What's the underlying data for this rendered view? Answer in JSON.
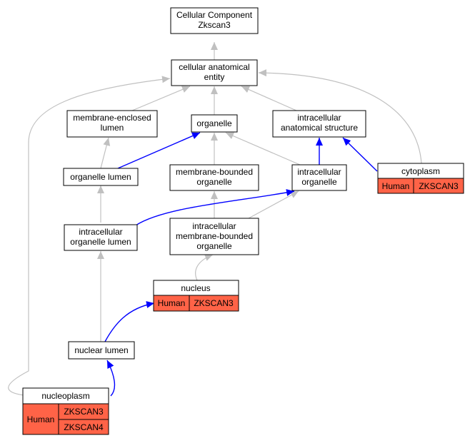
{
  "colors": {
    "is_a_edge": "#c0c0c0",
    "part_of_edge": "#0000ff",
    "annotation_fill": "#ff6347",
    "node_fill": "#ffffff",
    "node_border": "#000000"
  },
  "nodes": {
    "root": [
      "Cellular Component",
      "Zkscan3"
    ],
    "cae": [
      "cellular anatomical",
      "entity"
    ],
    "mel": [
      "membrane-enclosed",
      "lumen"
    ],
    "org": [
      "organelle"
    ],
    "ias": [
      "intracellular",
      "anatomical structure"
    ],
    "orglum": [
      "organelle lumen"
    ],
    "mbo": [
      "membrane-bounded",
      "organelle"
    ],
    "io": [
      "intracellular",
      "organelle"
    ],
    "iol": [
      "intracellular",
      "organelle lumen"
    ],
    "imbo": [
      "intracellular",
      "membrane-bounded",
      "organelle"
    ],
    "nucleus": [
      "nucleus"
    ],
    "nl": [
      "nuclear lumen"
    ],
    "nucleoplasm": [
      "nucleoplasm"
    ],
    "cytoplasm": [
      "cytoplasm"
    ]
  },
  "annotations": {
    "nucleus": {
      "species": "Human",
      "genes": [
        "ZKSCAN3"
      ]
    },
    "cytoplasm": {
      "species": "Human",
      "genes": [
        "ZKSCAN3"
      ]
    },
    "nucleoplasm": {
      "species": "Human",
      "genes": [
        "ZKSCAN3",
        "ZKSCAN4"
      ]
    }
  }
}
